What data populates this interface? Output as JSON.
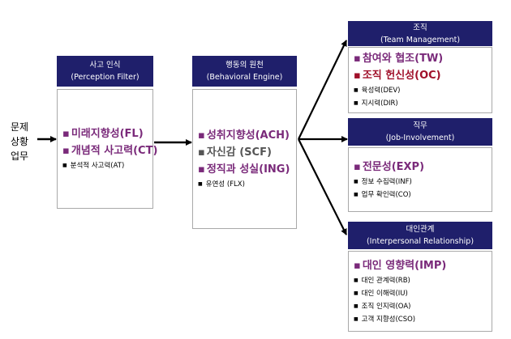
{
  "side_label": [
    "문제",
    "상황",
    "업무"
  ],
  "colors": {
    "header_bg": "#1f1f6b",
    "purple": "#7a2a7a",
    "red": "#a0102a",
    "gray": "#555555"
  },
  "perception": {
    "header": [
      "사고 인식",
      "(Perception Filter)"
    ],
    "items_large": [
      {
        "text": "미래지향성(FL)"
      },
      {
        "text": "개념적 사고력(CT)"
      }
    ],
    "items_small": [
      {
        "text": "분석적 사고력(AT)"
      }
    ]
  },
  "behavior": {
    "header": [
      "행동의 원천",
      "(Behavioral Engine)"
    ],
    "items_large": [
      {
        "text": "성취지향성(ACH)"
      },
      {
        "text": "자신감 (SCF)"
      },
      {
        "text": "정직과 성실(ING)"
      }
    ],
    "items_small": [
      {
        "text": "유연성 (FLX)"
      }
    ]
  },
  "team": {
    "header": [
      "조직",
      "(Team Management)"
    ],
    "items_large": [
      {
        "text": "참여와 협조(TW)"
      },
      {
        "text": "조직 헌신성(OC)"
      }
    ],
    "items_small": [
      {
        "text": "육성력(DEV)"
      },
      {
        "text": "지시력(DIR)"
      }
    ]
  },
  "job": {
    "header": [
      "직무",
      "(Job-Involvement)"
    ],
    "items_large": [
      {
        "text": "전문성(EXP)"
      }
    ],
    "items_small": [
      {
        "text": "정보 수집력(INF)"
      },
      {
        "text": "업무 확인력(CO)"
      }
    ]
  },
  "interpersonal": {
    "header": [
      "대인관계",
      "(Interpersonal Relationship)"
    ],
    "items_large": [
      {
        "text": "대인 영향력(IMP)"
      }
    ],
    "items_small": [
      {
        "text": "대인 관계력(RB)"
      },
      {
        "text": "대인 이해력(IU)"
      },
      {
        "text": "조직 인지력(OA)"
      },
      {
        "text": "고객 지향성(CSO)"
      }
    ]
  }
}
